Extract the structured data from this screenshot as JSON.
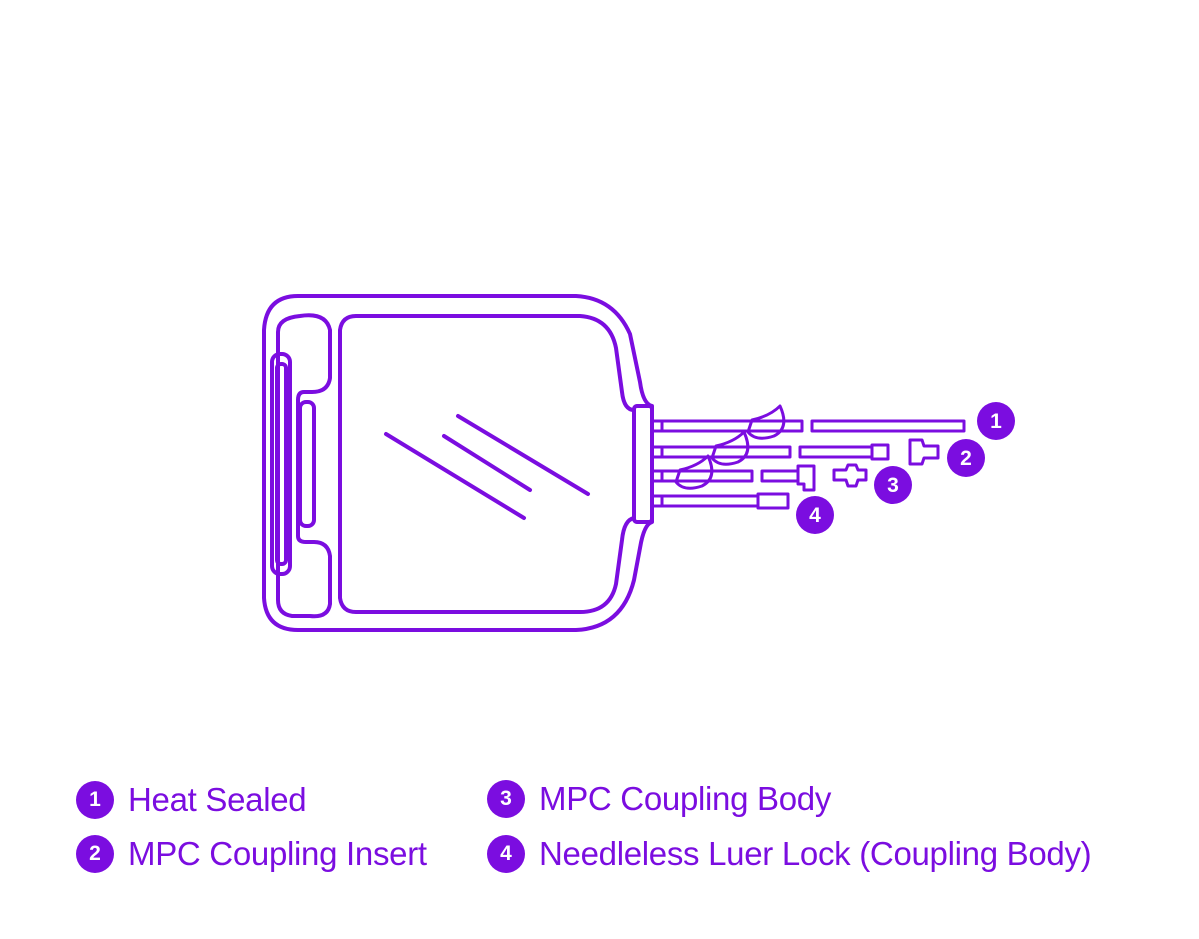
{
  "colors": {
    "accent": "#7b0de0",
    "background": "#ffffff"
  },
  "callouts": [
    "1",
    "2",
    "3",
    "4"
  ],
  "legend": [
    {
      "number": "1",
      "label": "Heat Sealed"
    },
    {
      "number": "2",
      "label": "MPC Coupling Insert"
    },
    {
      "number": "3",
      "label": "MPC Coupling Body"
    },
    {
      "number": "4",
      "label": "Needleless Luer Lock (Coupling Body)"
    }
  ]
}
